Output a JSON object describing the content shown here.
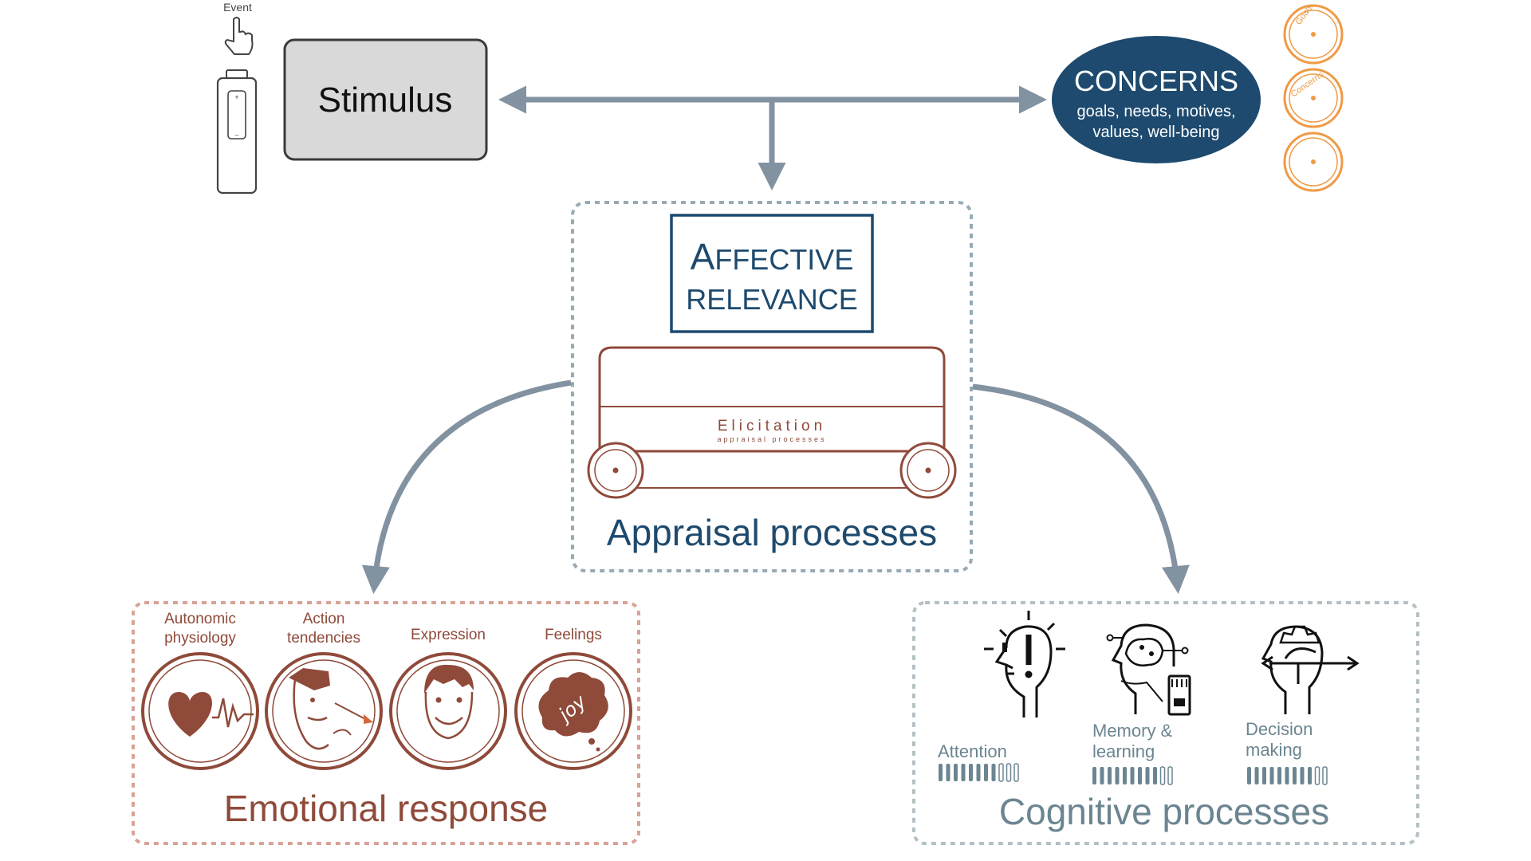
{
  "stimulus": {
    "event_label": "Event",
    "label": "Stimulus"
  },
  "concerns": {
    "title": "CONCERNS",
    "line1": "goals, needs, motives,",
    "line2": "values, well-being",
    "reels": [
      "Goals",
      "Concerns",
      ""
    ]
  },
  "appraisal": {
    "relevance_line1_cap": "A",
    "relevance_line1_rest": "FFECTIVE",
    "relevance_line2": "RELEVANCE",
    "elicitation": "Elicitation",
    "elicitation_sub": "appraisal processes",
    "caption": "Appraisal processes"
  },
  "emotional": {
    "caption": "Emotional response",
    "components": [
      {
        "line1": "Autonomic",
        "line2": "physiology"
      },
      {
        "line1": "Action",
        "line2": "tendencies"
      },
      {
        "line1": "Expression",
        "line2": ""
      },
      {
        "line1": "Feelings",
        "line2": ""
      }
    ],
    "feelings_word": "joy"
  },
  "cognitive": {
    "caption": "Cognitive processes",
    "items": [
      {
        "line1": "Attention",
        "line2": "",
        "level": 0.7
      },
      {
        "line1": "Memory &",
        "line2": "learning",
        "level": 0.8
      },
      {
        "line1": "Decision",
        "line2": "making",
        "level": 0.8
      }
    ]
  },
  "colors": {
    "arrow": "#8292a1",
    "navy": "#1d4a6e",
    "brown": "#8f4a3a",
    "orange": "#ef9a45",
    "gray_box": "#d9d9d9",
    "teal_gray": "#6b8591"
  }
}
